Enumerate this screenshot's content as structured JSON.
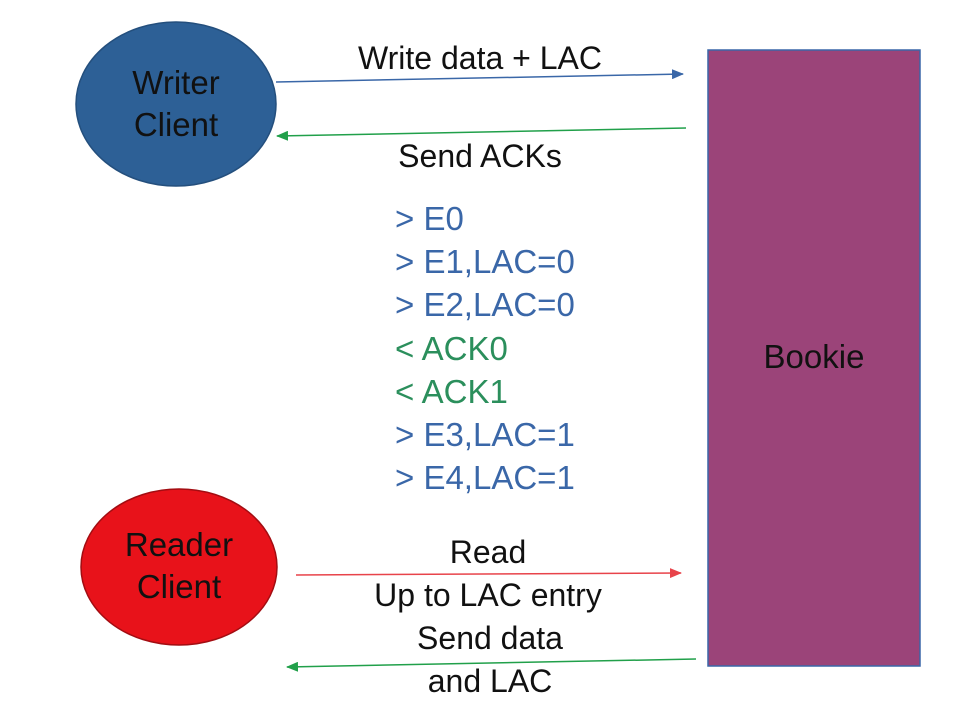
{
  "nodes": {
    "writer": {
      "line1": "Writer",
      "line2": "Client",
      "color": "#2d6096"
    },
    "reader": {
      "line1": "Reader",
      "line2": "Client",
      "color": "#e8121a"
    },
    "bookie": {
      "label": "Bookie",
      "color": "#9b4479"
    }
  },
  "arrows": {
    "write": {
      "label": "Write data + LAC",
      "color": "#3a67a8"
    },
    "ack": {
      "label": "Send ACKs",
      "color": "#21a04a"
    },
    "read": {
      "line1": "Read",
      "line2": "Up to LAC entry",
      "color": "#e8434a"
    },
    "send": {
      "line1": "Send data",
      "line2": "and LAC",
      "color": "#21a04a"
    }
  },
  "log": [
    {
      "text": "> E0",
      "color": "#3a67a8"
    },
    {
      "text": "> E1,LAC=0",
      "color": "#3a67a8"
    },
    {
      "text": "> E2,LAC=0",
      "color": "#3a67a8"
    },
    {
      "text": "< ACK0",
      "color": "#2b8f5c"
    },
    {
      "text": "< ACK1",
      "color": "#2b8f5c"
    },
    {
      "text": "> E3,LAC=1",
      "color": "#3a67a8"
    },
    {
      "text": "> E4,LAC=1",
      "color": "#3a67a8"
    }
  ]
}
